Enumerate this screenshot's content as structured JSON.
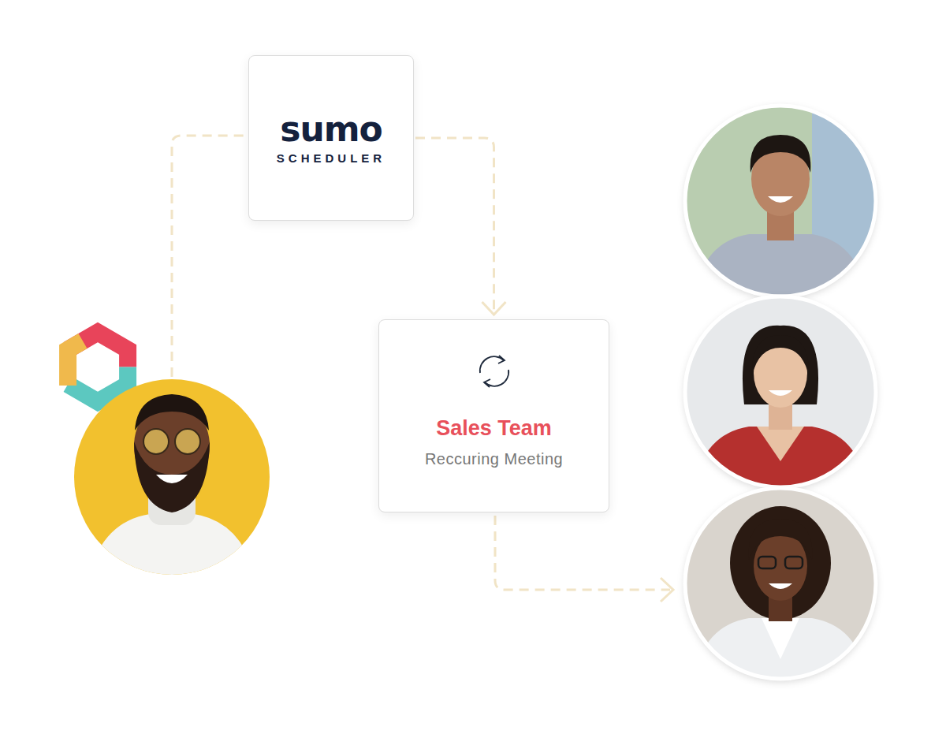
{
  "diagram": {
    "nodes": [
      {
        "text": [
          "sumo",
          "SCHEDULER"
        ]
      },
      {
        "text": [
          "Sales Team",
          "Reccuring Meeting"
        ]
      }
    ],
    "edges": [
      {
        "from": 0,
        "to": 1,
        "arrow": "to"
      }
    ]
  }
}
